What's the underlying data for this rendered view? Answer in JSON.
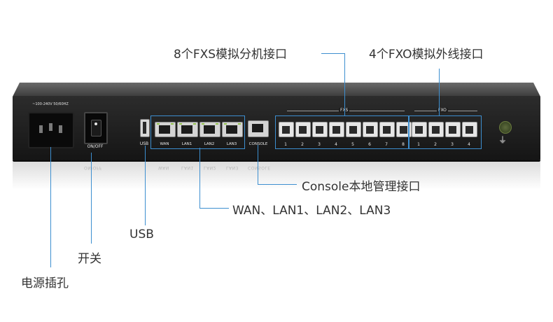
{
  "device": {
    "power_rating": "~100-240V 50/60HZ",
    "switch_label": "ON/OFF",
    "usb_label": "USB",
    "lan_ports": [
      {
        "label": "WAN"
      },
      {
        "label": "LAN1"
      },
      {
        "label": "LAN2"
      },
      {
        "label": "LAN3"
      }
    ],
    "console_label": "CONSOLE",
    "fxs_group_label": "FXS",
    "fxs_ports": [
      "1",
      "2",
      "3",
      "4",
      "5",
      "6",
      "7",
      "8"
    ],
    "fxo_group_label": "FXO",
    "fxo_ports": [
      "1",
      "2",
      "3",
      "4"
    ],
    "ground_symbol": "⏚",
    "reflection_text": [
      "ON/OFF",
      "WAN",
      "LAN1",
      "LAN2",
      "LAN3",
      "CONSOLE"
    ]
  },
  "callouts": {
    "fxs": "8个FXS模拟分机接口",
    "fxo": "4个FXO模拟外线接口",
    "console": "Console本地管理接口",
    "lan": "WAN、LAN1、LAN2、LAN3",
    "usb": "USB",
    "switch": "开关",
    "power": "电源插孔"
  },
  "colors": {
    "accent": "#3d8fd0",
    "device_body": "#1e1e1e",
    "text": "#333333"
  }
}
